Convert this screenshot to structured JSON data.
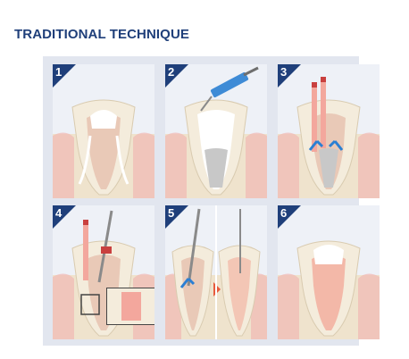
{
  "title": "TRADITIONAL TECHNIQUE",
  "steps": [
    {
      "number": "1"
    },
    {
      "number": "2"
    },
    {
      "number": "3"
    },
    {
      "number": "4"
    },
    {
      "number": "5"
    },
    {
      "number": "6"
    }
  ],
  "colors": {
    "badge": "#1f3f7a",
    "title": "#1f3f7a",
    "gum": "#f1b8b3",
    "bone": "#efe3cd",
    "tooth": "#f4ecdc",
    "arrow_blue": "#2b7fd3",
    "arrow_red": "#e85a3c",
    "syringe": "#3e8bd6",
    "file_red": "#c9403f"
  }
}
